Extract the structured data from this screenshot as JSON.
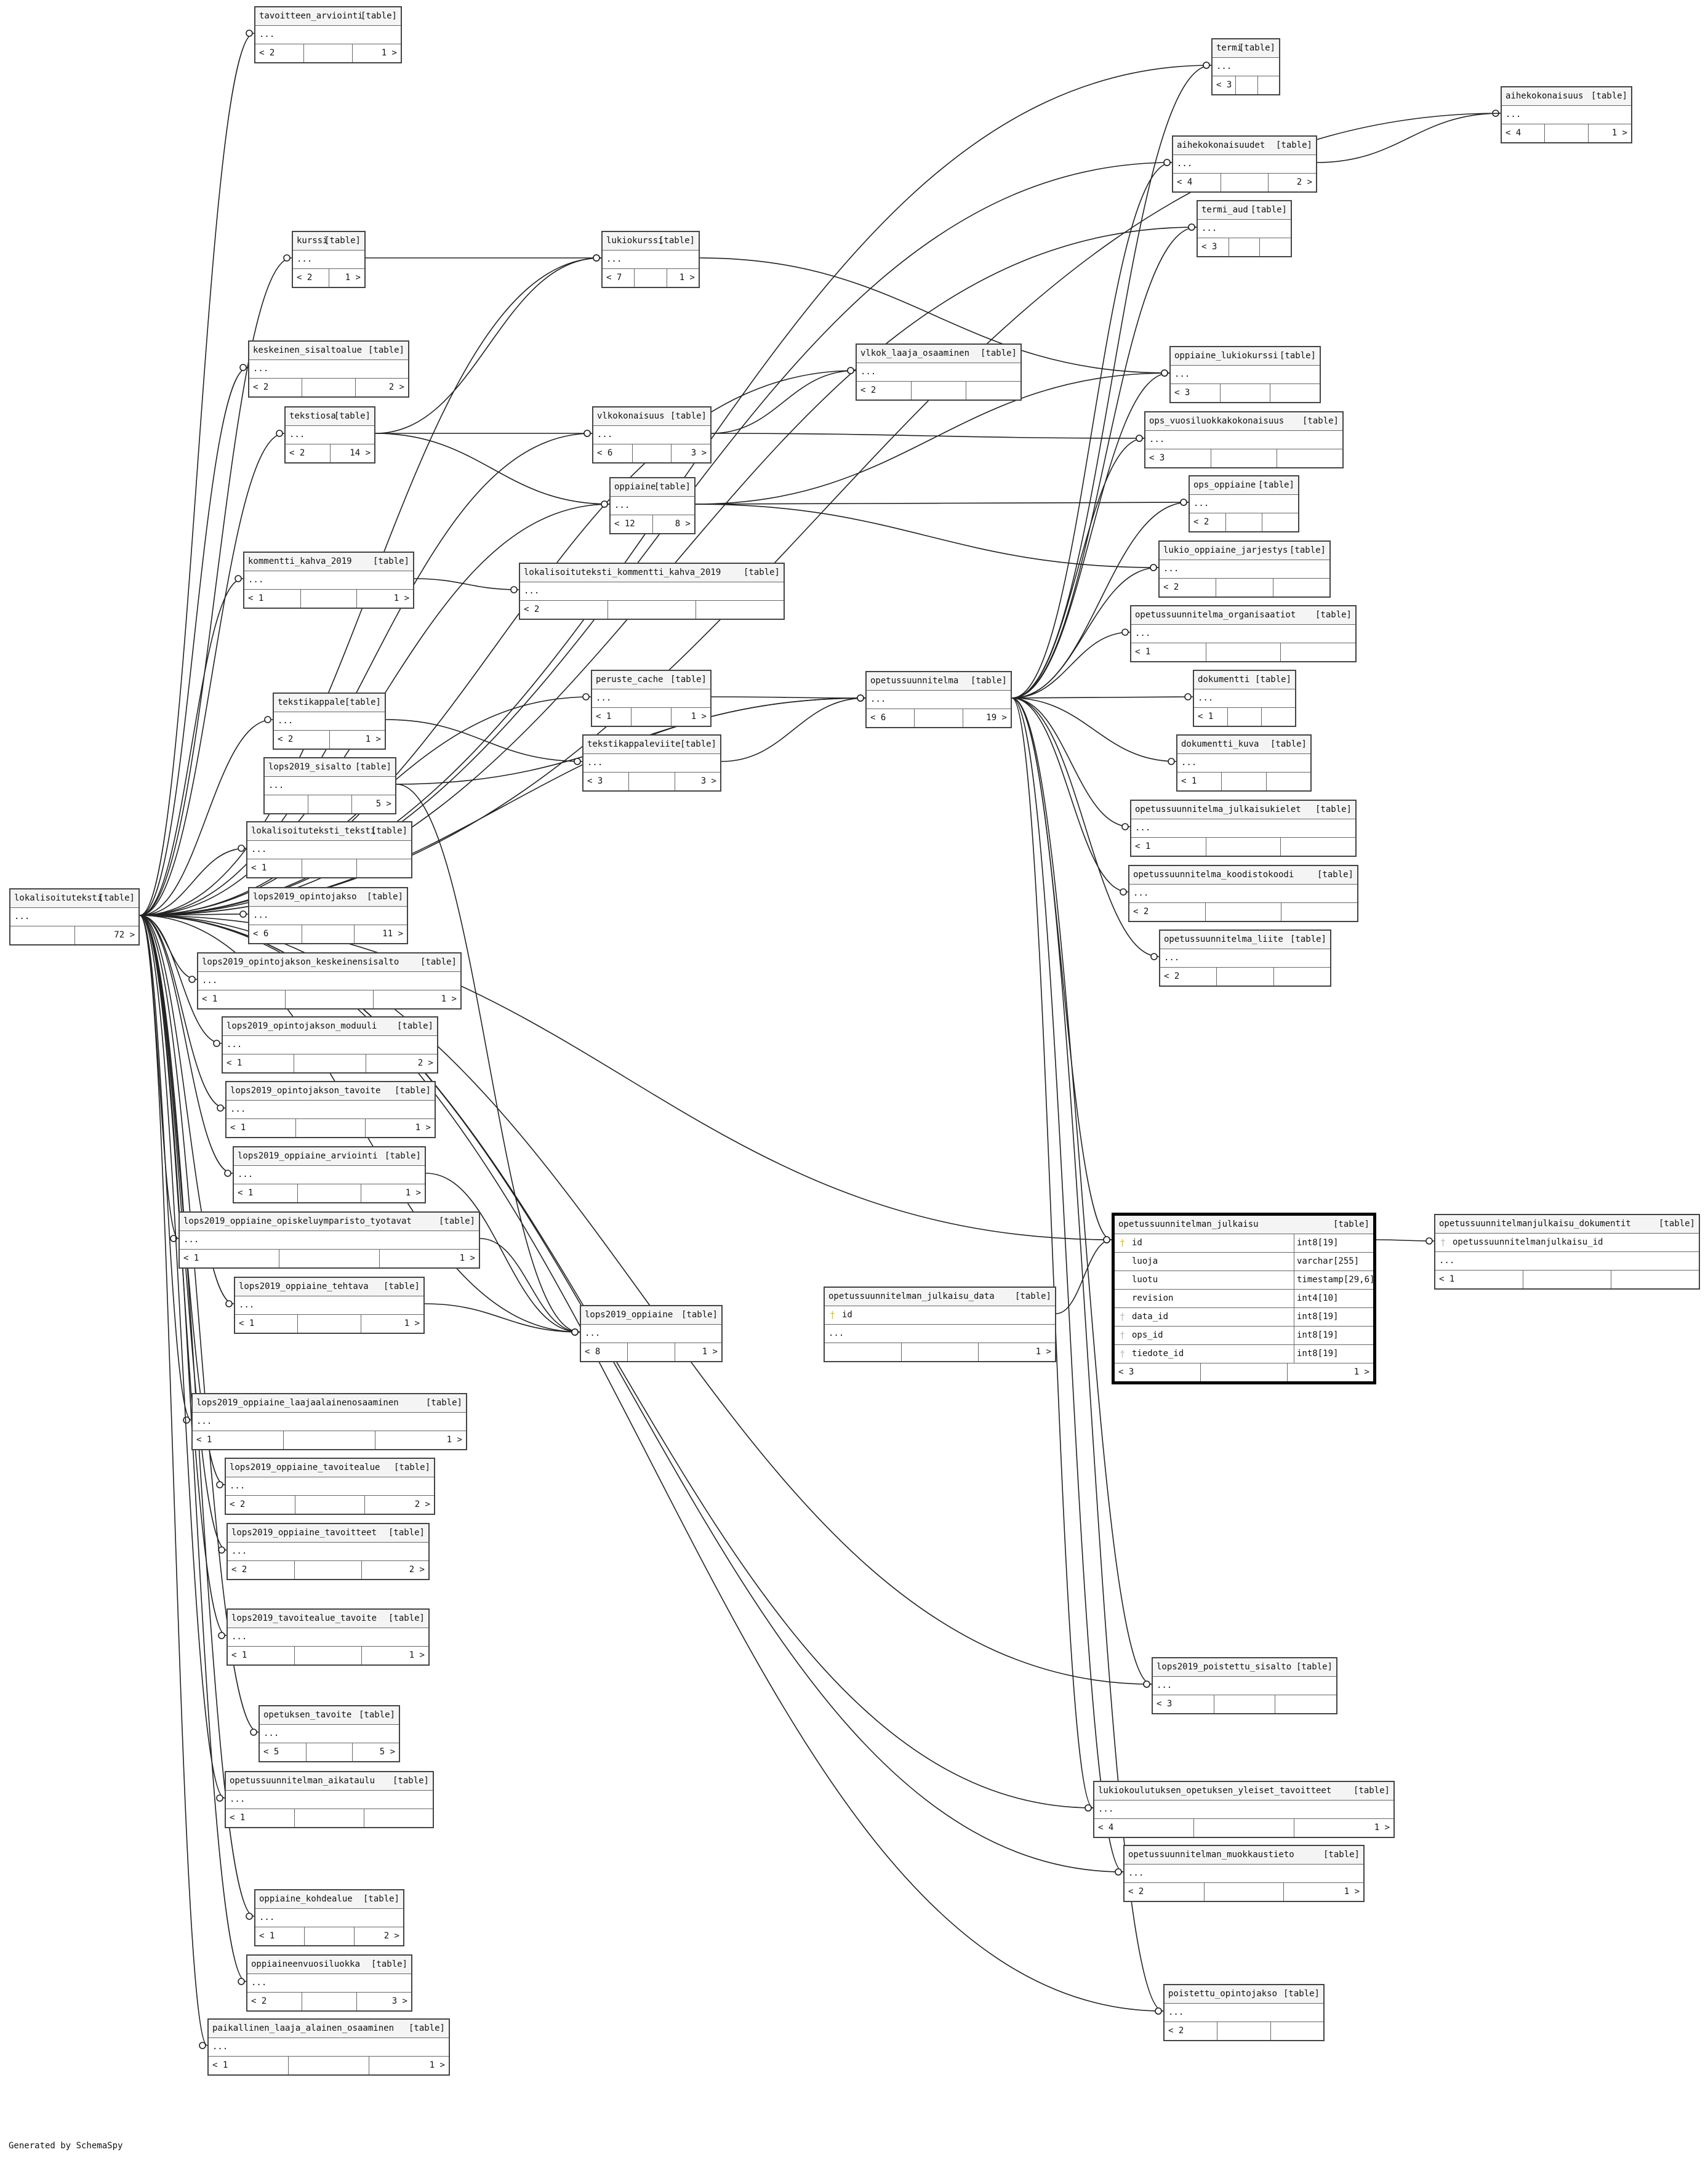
{
  "footer": "Generated by SchemaSpy",
  "table_tag": "[table]",
  "tables": [
    {
      "name": "tavoitteen_arviointi",
      "rows": [
        "..."
      ],
      "foot": [
        "< 2",
        "",
        "1 >"
      ]
    },
    {
      "name": "termi",
      "rows": [
        "..."
      ],
      "foot": [
        "< 3",
        "",
        ""
      ]
    },
    {
      "name": "aihekokonaisuus",
      "rows": [
        "..."
      ],
      "foot": [
        "< 4",
        "",
        "1 >"
      ]
    },
    {
      "name": "aihekokonaisuudet",
      "rows": [
        "..."
      ],
      "foot": [
        "< 4",
        "",
        "2 >"
      ]
    },
    {
      "name": "termi_aud",
      "rows": [
        "..."
      ],
      "foot": [
        "< 3",
        "",
        ""
      ]
    },
    {
      "name": "kurssi",
      "rows": [
        "..."
      ],
      "foot": [
        "< 2",
        "1 >"
      ]
    },
    {
      "name": "lukiokurssi",
      "rows": [
        "..."
      ],
      "foot": [
        "< 7",
        "",
        "1 >"
      ]
    },
    {
      "name": "keskeinen_sisaltoalue",
      "rows": [
        "..."
      ],
      "foot": [
        "< 2",
        "",
        "2 >"
      ]
    },
    {
      "name": "vlkok_laaja_osaaminen",
      "rows": [
        "..."
      ],
      "foot": [
        "< 2",
        "",
        ""
      ]
    },
    {
      "name": "oppiaine_lukiokurssi",
      "rows": [
        "..."
      ],
      "foot": [
        "< 3",
        "",
        ""
      ]
    },
    {
      "name": "tekstiosa",
      "rows": [
        "..."
      ],
      "foot": [
        "< 2",
        "14 >"
      ]
    },
    {
      "name": "vlkokonaisuus",
      "rows": [
        "..."
      ],
      "foot": [
        "< 6",
        "",
        "3 >"
      ]
    },
    {
      "name": "ops_vuosiluokkakokonaisuus",
      "rows": [
        "..."
      ],
      "foot": [
        "< 3",
        "",
        ""
      ]
    },
    {
      "name": "oppiaine",
      "rows": [
        "..."
      ],
      "foot": [
        "< 12",
        "8 >"
      ]
    },
    {
      "name": "ops_oppiaine",
      "rows": [
        "..."
      ],
      "foot": [
        "< 2",
        "",
        ""
      ]
    },
    {
      "name": "kommentti_kahva_2019",
      "rows": [
        "..."
      ],
      "foot": [
        "< 1",
        "",
        "1 >"
      ]
    },
    {
      "name": "lokalisoituteksti_kommentti_kahva_2019",
      "rows": [
        "..."
      ],
      "foot": [
        "< 2",
        "",
        ""
      ]
    },
    {
      "name": "lukio_oppiaine_jarjestys",
      "rows": [
        "..."
      ],
      "foot": [
        "< 2",
        "",
        ""
      ]
    },
    {
      "name": "opetussuunnitelma_organisaatiot",
      "rows": [
        "..."
      ],
      "foot": [
        "< 1",
        "",
        ""
      ]
    },
    {
      "name": "peruste_cache",
      "rows": [
        "..."
      ],
      "foot": [
        "< 1",
        "",
        "1 >"
      ]
    },
    {
      "name": "opetussuunnitelma",
      "rows": [
        "..."
      ],
      "foot": [
        "< 6",
        "",
        "19 >"
      ]
    },
    {
      "name": "dokumentti",
      "rows": [
        "..."
      ],
      "foot": [
        "< 1",
        "",
        ""
      ]
    },
    {
      "name": "tekstikappale",
      "rows": [
        "..."
      ],
      "foot": [
        "< 2",
        "1 >"
      ]
    },
    {
      "name": "tekstikappaleviite",
      "rows": [
        "..."
      ],
      "foot": [
        "< 3",
        "",
        "3 >"
      ]
    },
    {
      "name": "dokumentti_kuva",
      "rows": [
        "..."
      ],
      "foot": [
        "< 1",
        "",
        ""
      ]
    },
    {
      "name": "lops2019_sisalto",
      "rows": [
        "..."
      ],
      "foot": [
        "",
        "",
        "5 >"
      ]
    },
    {
      "name": "opetussuunnitelma_julkaisukielet",
      "rows": [
        "..."
      ],
      "foot": [
        "< 1",
        "",
        ""
      ]
    },
    {
      "name": "lokalisoituteksti_teksti",
      "rows": [
        "..."
      ],
      "foot": [
        "< 1",
        "",
        ""
      ]
    },
    {
      "name": "opetussuunnitelma_koodistokoodi",
      "rows": [
        "..."
      ],
      "foot": [
        "< 2",
        "",
        ""
      ]
    },
    {
      "name": "lokalisoituteksti",
      "rows": [
        "..."
      ],
      "foot": [
        "",
        "72 >"
      ]
    },
    {
      "name": "lops2019_opintojakso",
      "rows": [
        "..."
      ],
      "foot": [
        "< 6",
        "",
        "11 >"
      ]
    },
    {
      "name": "opetussuunnitelma_liite",
      "rows": [
        "..."
      ],
      "foot": [
        "< 2",
        "",
        ""
      ]
    },
    {
      "name": "lops2019_opintojakson_keskeinensisalto",
      "rows": [
        "..."
      ],
      "foot": [
        "< 1",
        "",
        "1 >"
      ]
    },
    {
      "name": "lops2019_opintojakson_moduuli",
      "rows": [
        "..."
      ],
      "foot": [
        "< 1",
        "",
        "2 >"
      ]
    },
    {
      "name": "lops2019_opintojakson_tavoite",
      "rows": [
        "..."
      ],
      "foot": [
        "< 1",
        "",
        "1 >"
      ]
    },
    {
      "name": "lops2019_oppiaine_arviointi",
      "rows": [
        "..."
      ],
      "foot": [
        "< 1",
        "",
        "1 >"
      ]
    },
    {
      "name": "lops2019_oppiaine_opiskeluymparisto_tyotavat",
      "rows": [
        "..."
      ],
      "foot": [
        "< 1",
        "",
        "1 >"
      ]
    },
    {
      "name": "opetussuunnitelmanjulkaisu_dokumentit",
      "rows": [
        "..."
      ],
      "foot": [
        "< 1",
        "",
        ""
      ]
    },
    {
      "name": "lops2019_oppiaine_tehtava",
      "rows": [
        "..."
      ],
      "foot": [
        "< 1",
        "",
        "1 >"
      ]
    },
    {
      "name": "opetussuunnitelman_julkaisu_data",
      "rows": [
        "..."
      ],
      "foot": [
        "",
        "",
        "1 >"
      ]
    },
    {
      "name": "lops2019_oppiaine",
      "rows": [
        "..."
      ],
      "foot": [
        "< 8",
        "",
        "1 >"
      ]
    },
    {
      "name": "lops2019_oppiaine_laajaalainenosaaminen",
      "rows": [
        "..."
      ],
      "foot": [
        "< 1",
        "",
        "1 >"
      ]
    },
    {
      "name": "lops2019_oppiaine_tavoitealue",
      "rows": [
        "..."
      ],
      "foot": [
        "< 2",
        "",
        "2 >"
      ]
    },
    {
      "name": "lops2019_oppiaine_tavoitteet",
      "rows": [
        "..."
      ],
      "foot": [
        "< 2",
        "",
        "2 >"
      ]
    },
    {
      "name": "lops2019_tavoitealue_tavoite",
      "rows": [
        "..."
      ],
      "foot": [
        "< 1",
        "",
        "1 >"
      ]
    },
    {
      "name": "lops2019_poistettu_sisalto",
      "rows": [
        "..."
      ],
      "foot": [
        "< 3",
        "",
        ""
      ]
    },
    {
      "name": "opetuksen_tavoite",
      "rows": [
        "..."
      ],
      "foot": [
        "< 5",
        "",
        "5 >"
      ]
    },
    {
      "name": "opetussuunnitelman_aikataulu",
      "rows": [
        "..."
      ],
      "foot": [
        "< 1",
        "",
        ""
      ]
    },
    {
      "name": "lukiokoulutuksen_opetuksen_yleiset_tavoitteet",
      "rows": [
        "..."
      ],
      "foot": [
        "< 4",
        "",
        "1 >"
      ]
    },
    {
      "name": "opetussuunnitelman_muokkaustieto",
      "rows": [
        "..."
      ],
      "foot": [
        "< 2",
        "",
        "1 >"
      ]
    },
    {
      "name": "oppiaine_kohdealue",
      "rows": [
        "..."
      ],
      "foot": [
        "< 1",
        "",
        "2 >"
      ]
    },
    {
      "name": "oppiaineenvuosiluokka",
      "rows": [
        "..."
      ],
      "foot": [
        "< 2",
        "",
        "3 >"
      ]
    },
    {
      "name": "poistettu_opintojakso",
      "rows": [
        "..."
      ],
      "foot": [
        "< 2",
        "",
        ""
      ]
    },
    {
      "name": "paikallinen_laaja_alainen_osaaminen",
      "rows": [
        "..."
      ],
      "foot": [
        "< 1",
        "",
        "1 >"
      ]
    }
  ],
  "julkaisu_data": {
    "name": "opetussuunnitelman_julkaisu_data",
    "columns": [
      {
        "name": "id",
        "key": "pk"
      }
    ]
  },
  "julkaisu_dok": {
    "name": "opetussuunnitelmanjulkaisu_dokumentit",
    "columns": [
      {
        "name": "opetussuunnitelmanjulkaisu_id",
        "key": "fk"
      }
    ]
  },
  "focus": {
    "name": "opetussuunnitelman_julkaisu",
    "columns": [
      {
        "name": "id",
        "type": "int8[19]",
        "key": "pk"
      },
      {
        "name": "luoja",
        "type": "varchar[255]",
        "key": ""
      },
      {
        "name": "luotu",
        "type": "timestamp[29,6]",
        "key": ""
      },
      {
        "name": "revision",
        "type": "int4[10]",
        "key": ""
      },
      {
        "name": "data_id",
        "type": "int8[19]",
        "key": "fk"
      },
      {
        "name": "ops_id",
        "type": "int8[19]",
        "key": "fk"
      },
      {
        "name": "tiedote_id",
        "type": "int8[19]",
        "key": "fk"
      }
    ],
    "foot": [
      "< 3",
      "",
      "1 >"
    ]
  }
}
